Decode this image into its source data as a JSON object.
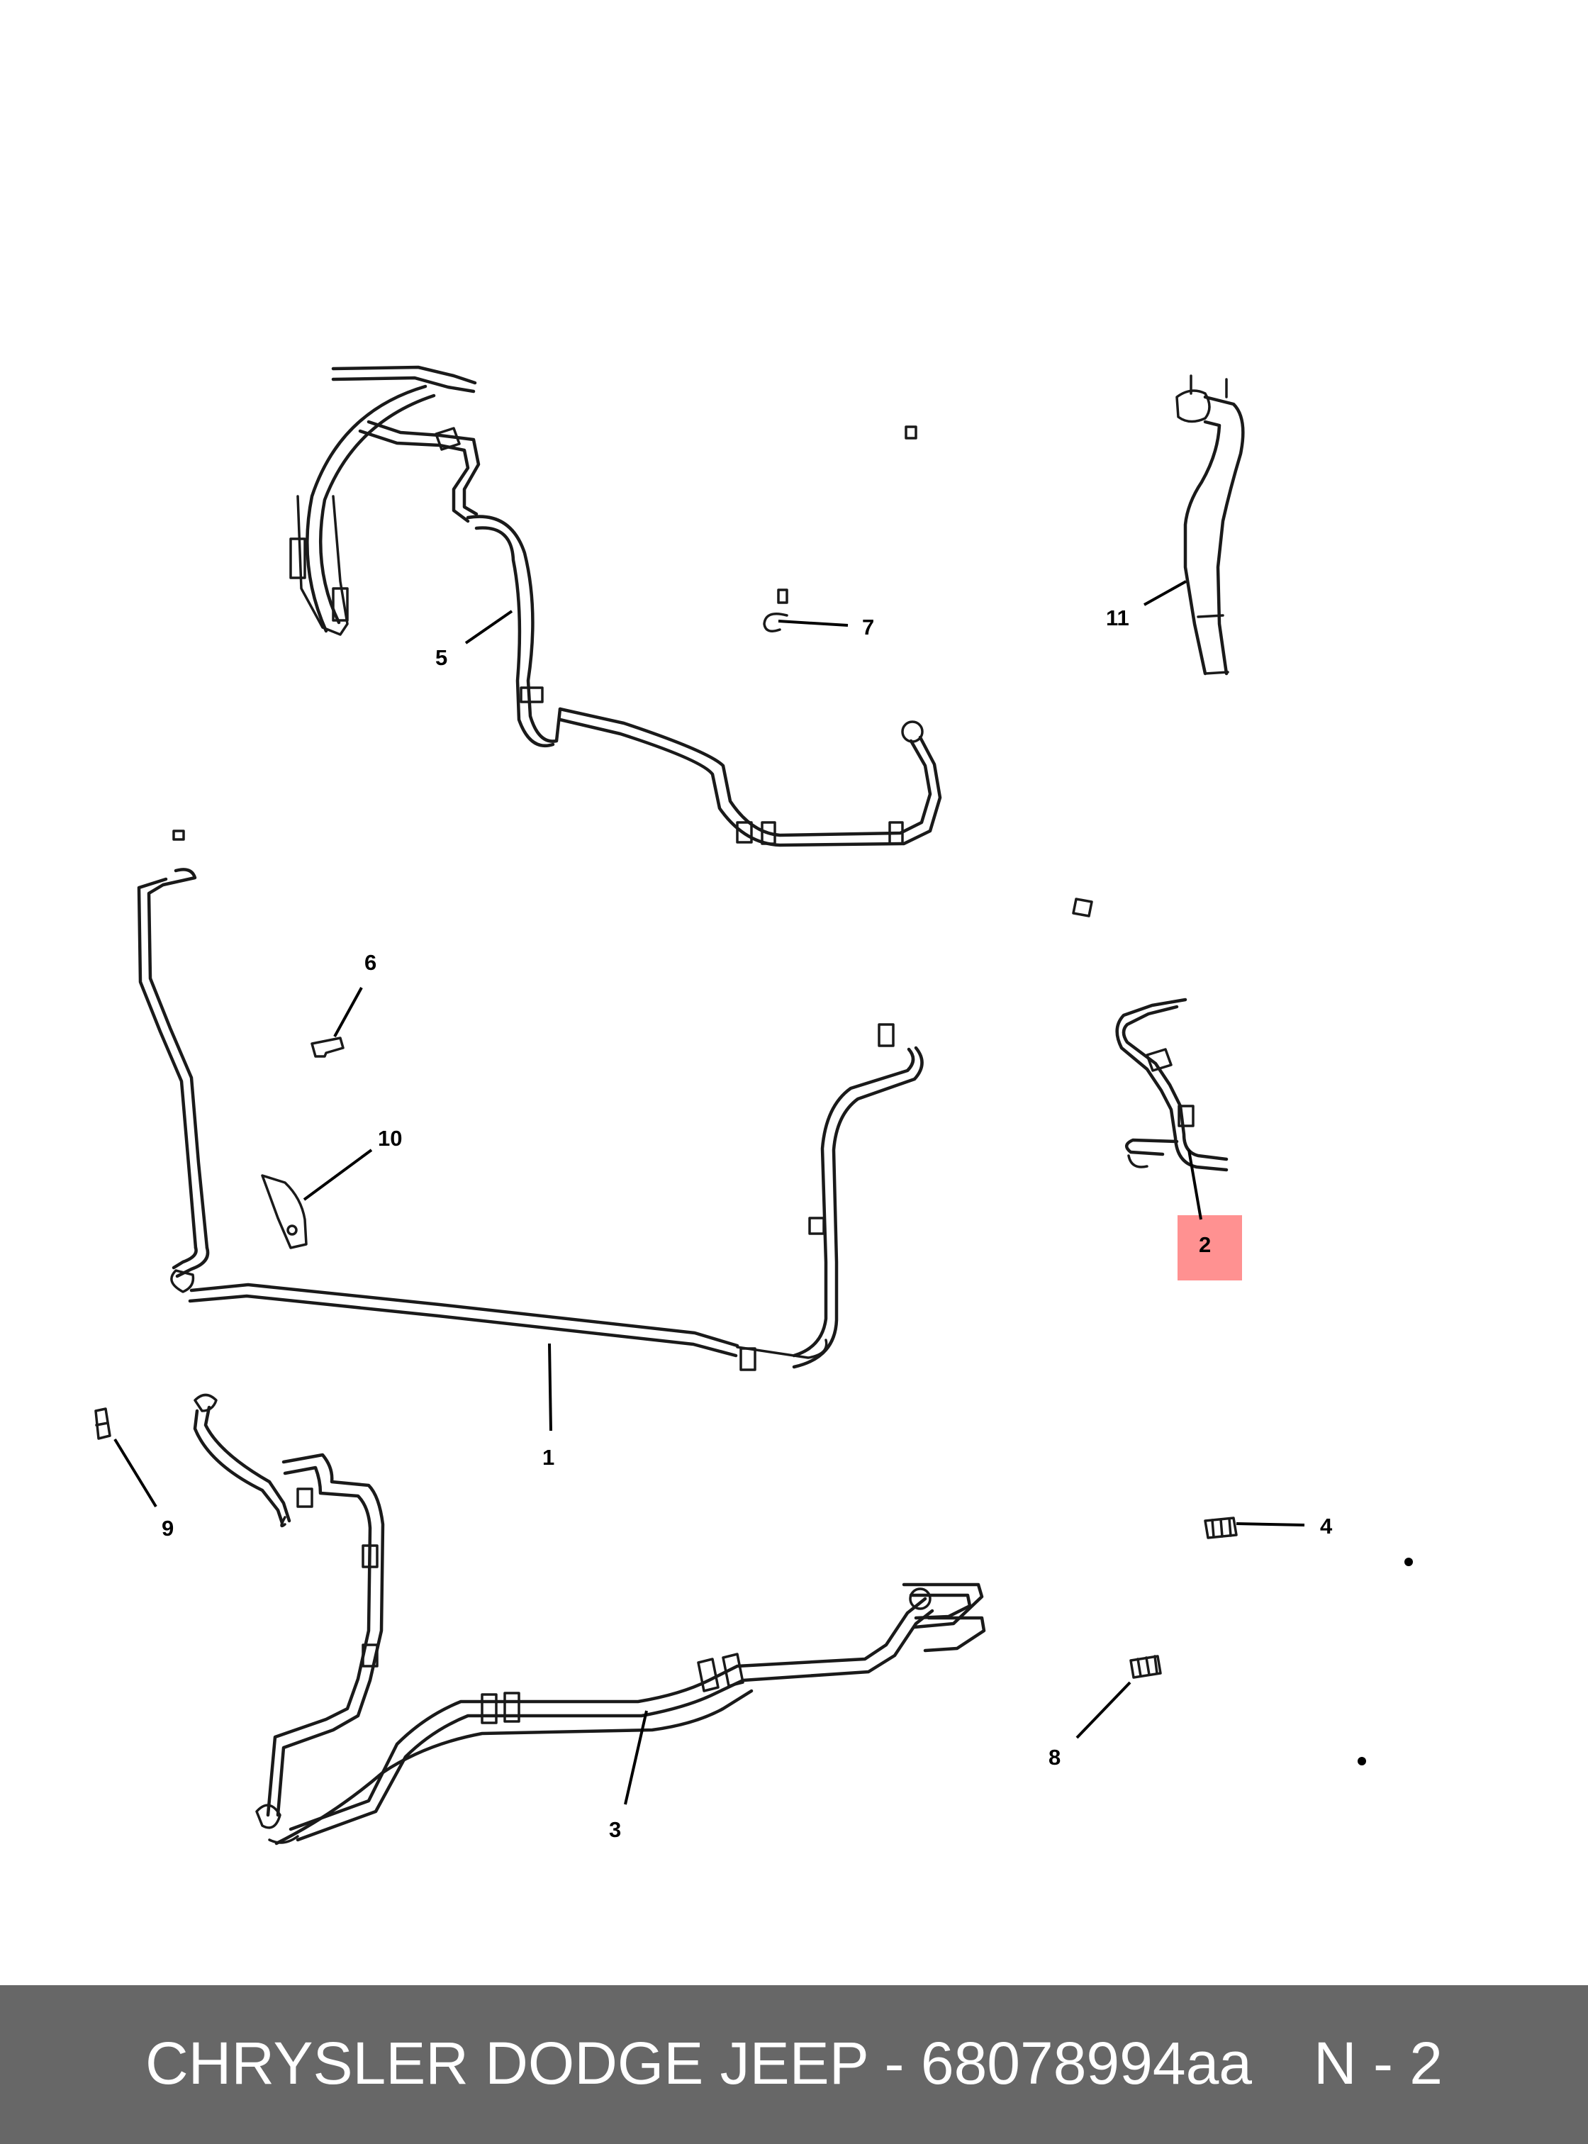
{
  "diagram": {
    "callouts": {
      "c1": "1",
      "c2": "2",
      "c3": "3",
      "c4": "4",
      "c5": "5",
      "c6": "6",
      "c7": "7",
      "c8": "8",
      "c9": "9",
      "c10": "10",
      "c11": "11"
    },
    "highlight_color": "#ff9191",
    "highlighted_callout": "2"
  },
  "footer": {
    "title": "CHRYSLER DODGE JEEP - 68078994aa",
    "page_ref": "N - 2",
    "background_color": "#676767"
  }
}
